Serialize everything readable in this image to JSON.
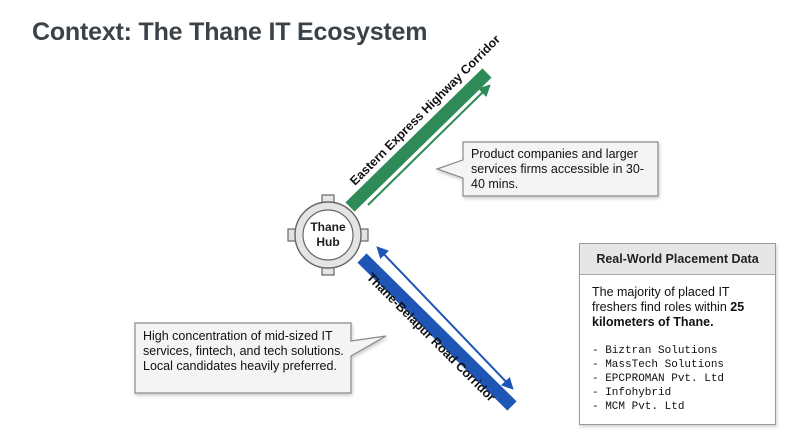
{
  "title": "Context: The Thane IT Ecosystem",
  "hub": {
    "line1": "Thane",
    "line2": "Hub"
  },
  "corridors": {
    "east": {
      "label": "Eastern Express Highway Corridor",
      "color": "#2e8b57"
    },
    "west": {
      "label": "Thane-Belapur Road Corridor",
      "color": "#1f55b5"
    }
  },
  "callouts": {
    "east": "Product companies and larger services firms accessible in 30-40 mins.",
    "west": "High concentration of mid-sized IT services, fintech, and tech solutions. Local candidates heavily preferred."
  },
  "placement_panel": {
    "header": "Real-World Placement Data",
    "text_before": "The majority of placed IT freshers find roles within ",
    "text_bold": "25 kilometers of Thane.",
    "companies": [
      "Biztran Solutions",
      "MassTech Solutions",
      "EPCPROMAN Pvt. Ltd",
      "Infohybrid",
      "MCM Pvt. Ltd"
    ]
  }
}
